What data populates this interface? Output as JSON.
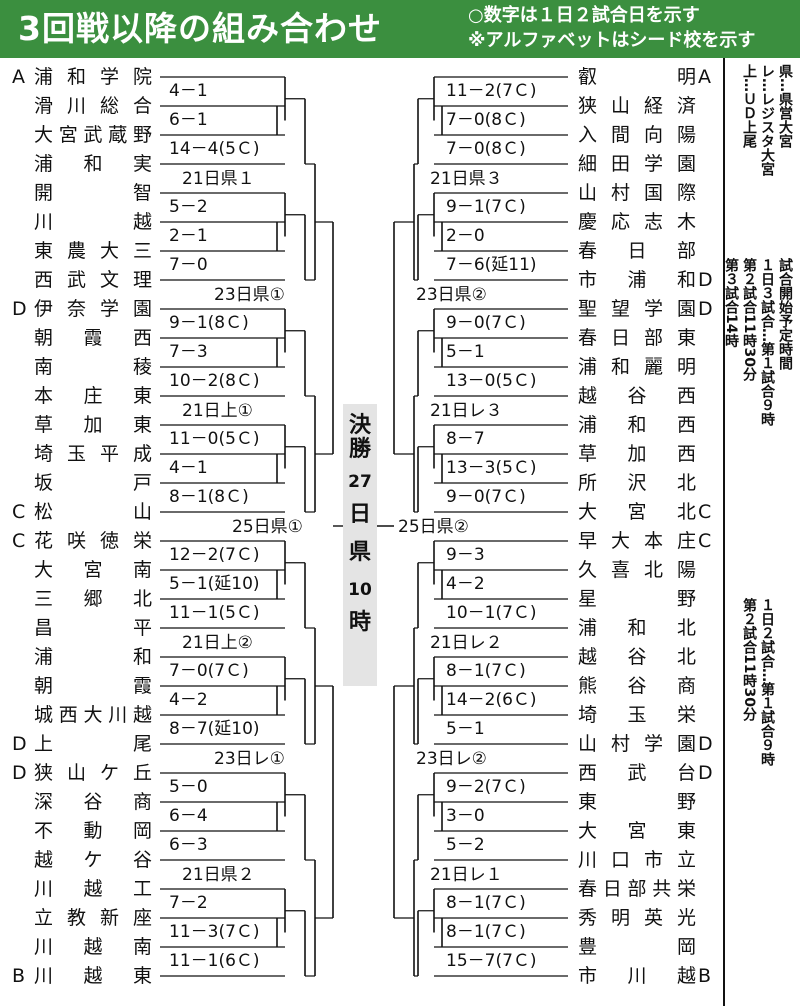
{
  "header": {
    "title": "3回戦以降の組み合わせ",
    "note1": "○数字は１日２試合日を示す",
    "note2": "※アルファベットはシード校を示す"
  },
  "left_teams": [
    {
      "seed": "A",
      "name": "浦和学院"
    },
    {
      "seed": "",
      "name": "滑川総合"
    },
    {
      "seed": "",
      "name": "大宮武蔵野"
    },
    {
      "seed": "",
      "name": "浦和実"
    },
    {
      "seed": "",
      "name": "開智"
    },
    {
      "seed": "",
      "name": "川越"
    },
    {
      "seed": "",
      "name": "東農大三"
    },
    {
      "seed": "",
      "name": "西武文理"
    },
    {
      "seed": "D",
      "name": "伊奈学園"
    },
    {
      "seed": "",
      "name": "朝霞西"
    },
    {
      "seed": "",
      "name": "南稜"
    },
    {
      "seed": "",
      "name": "本庄東"
    },
    {
      "seed": "",
      "name": "草加東"
    },
    {
      "seed": "",
      "name": "埼玉平成"
    },
    {
      "seed": "",
      "name": "坂戸"
    },
    {
      "seed": "C",
      "name": "松山"
    },
    {
      "seed": "C",
      "name": "花咲徳栄"
    },
    {
      "seed": "",
      "name": "大宮南"
    },
    {
      "seed": "",
      "name": "三郷北"
    },
    {
      "seed": "",
      "name": "昌平"
    },
    {
      "seed": "",
      "name": "浦和"
    },
    {
      "seed": "",
      "name": "朝霞"
    },
    {
      "seed": "",
      "name": "城西大川越"
    },
    {
      "seed": "D",
      "name": "上尾"
    },
    {
      "seed": "D",
      "name": "狭山ケ丘"
    },
    {
      "seed": "",
      "name": "深谷商"
    },
    {
      "seed": "",
      "name": "不動岡"
    },
    {
      "seed": "",
      "name": "越ケ谷"
    },
    {
      "seed": "",
      "name": "川越工"
    },
    {
      "seed": "",
      "name": "立教新座"
    },
    {
      "seed": "",
      "name": "川越南"
    },
    {
      "seed": "B",
      "name": "川越東"
    }
  ],
  "right_teams": [
    {
      "seed": "A",
      "name": "叡明"
    },
    {
      "seed": "",
      "name": "狭山経済"
    },
    {
      "seed": "",
      "name": "入間向陽"
    },
    {
      "seed": "",
      "name": "細田学園"
    },
    {
      "seed": "",
      "name": "山村国際"
    },
    {
      "seed": "",
      "name": "慶応志木"
    },
    {
      "seed": "",
      "name": "春日部"
    },
    {
      "seed": "D",
      "name": "市浦和"
    },
    {
      "seed": "D",
      "name": "聖望学園"
    },
    {
      "seed": "",
      "name": "春日部東"
    },
    {
      "seed": "",
      "name": "浦和麗明"
    },
    {
      "seed": "",
      "name": "越谷西"
    },
    {
      "seed": "",
      "name": "浦和西"
    },
    {
      "seed": "",
      "name": "草加西"
    },
    {
      "seed": "",
      "name": "所沢北"
    },
    {
      "seed": "C",
      "name": "大宮北"
    },
    {
      "seed": "C",
      "name": "早大本庄"
    },
    {
      "seed": "",
      "name": "久喜北陽"
    },
    {
      "seed": "",
      "name": "星野"
    },
    {
      "seed": "",
      "name": "浦和北"
    },
    {
      "seed": "",
      "name": "越谷北"
    },
    {
      "seed": "",
      "name": "熊谷商"
    },
    {
      "seed": "",
      "name": "埼玉栄"
    },
    {
      "seed": "D",
      "name": "山村学園"
    },
    {
      "seed": "D",
      "name": "西武台"
    },
    {
      "seed": "",
      "name": "東野"
    },
    {
      "seed": "",
      "name": "大宮東"
    },
    {
      "seed": "",
      "name": "川口市立"
    },
    {
      "seed": "",
      "name": "春日部共栄"
    },
    {
      "seed": "",
      "name": "秀明英光"
    },
    {
      "seed": "",
      "name": "豊岡"
    },
    {
      "seed": "B",
      "name": "市川越"
    }
  ],
  "left_r1_scores": [
    "4－1",
    "6－1",
    "14－4(5Ｃ)",
    "5－2",
    "2－1",
    "7－0",
    "9－1(8Ｃ)",
    "7－3",
    "10－2(8Ｃ)",
    "11－0(5Ｃ)",
    "4－1",
    "8－1(8Ｃ)",
    "12－2(7Ｃ)",
    "5－1(延10)",
    "11－1(5Ｃ)",
    "7－0(7Ｃ)",
    "4－2",
    "8－7(延10)",
    "5－0",
    "6－4",
    "6－3",
    "7－2",
    "11－3(7Ｃ)",
    "11－1(6Ｃ)"
  ],
  "right_r1_scores": [
    "11－2(7Ｃ)",
    "7－0(8Ｃ)",
    "7－0(8Ｃ)",
    "9－1(7Ｃ)",
    "2－0",
    "7－6(延11)",
    "9－0(7Ｃ)",
    "5－1",
    "13－0(5Ｃ)",
    "8－7",
    "13－3(5Ｃ)",
    "9－0(7Ｃ)",
    "9－3",
    "4－2",
    "10－1(7Ｃ)",
    "8－1(7Ｃ)",
    "14－2(6Ｃ)",
    "5－1",
    "9－2(7Ｃ)",
    "3－0",
    "5－2",
    "8－1(7Ｃ)",
    "8－1(7Ｃ)",
    "15－7(7Ｃ)"
  ],
  "left_r2_labels": [
    "21日県１",
    "21日上①",
    "21日上②",
    "21日県２"
  ],
  "right_r2_labels": [
    "21日県３",
    "21日レ３",
    "21日レ２",
    "21日レ１"
  ],
  "left_r3_labels": [
    "23日県①",
    "23日レ①"
  ],
  "right_r3_labels": [
    "23日県②",
    "23日レ②"
  ],
  "left_semi_label": "25日県①",
  "right_semi_label": "25日県②",
  "final": {
    "title": "決勝",
    "day": "27",
    "unit": "日",
    "venue": "県",
    "hour": "10",
    "hour_unit": "時"
  },
  "legend": {
    "venues": [
      "県…県営大宮",
      "レ…レジスタ大宮",
      "上…ＵＤ上尾"
    ],
    "times_title": "試合開始予定時間",
    "times_a": [
      "１日３試合…第１試合９時",
      "第２試合11時30分",
      "第３試合14時"
    ],
    "times_b": [
      "１日２試合…第１試合９時",
      "第２試合11時30分"
    ]
  }
}
